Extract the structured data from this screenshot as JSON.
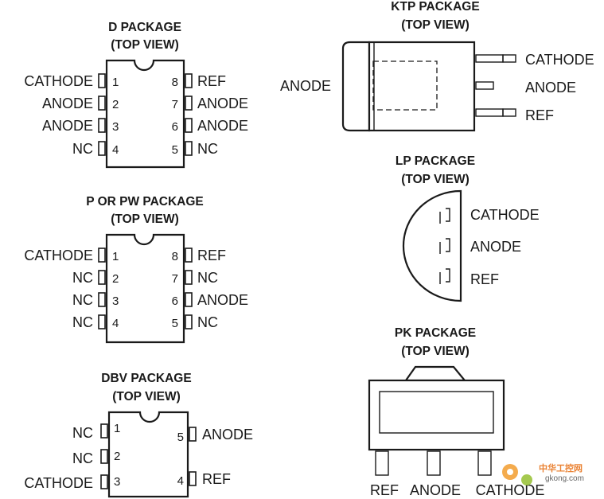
{
  "d_package": {
    "title": "D PACKAGE",
    "view": "(TOP VIEW)",
    "left_pins": [
      {
        "num": "1",
        "label": "CATHODE"
      },
      {
        "num": "2",
        "label": "ANODE"
      },
      {
        "num": "3",
        "label": "ANODE"
      },
      {
        "num": "4",
        "label": "NC"
      }
    ],
    "right_pins": [
      {
        "num": "8",
        "label": "REF"
      },
      {
        "num": "7",
        "label": "ANODE"
      },
      {
        "num": "6",
        "label": "ANODE"
      },
      {
        "num": "5",
        "label": "NC"
      }
    ]
  },
  "p_package": {
    "title": "P OR PW PACKAGE",
    "view": "(TOP VIEW)",
    "left_pins": [
      {
        "num": "1",
        "label": "CATHODE"
      },
      {
        "num": "2",
        "label": "NC"
      },
      {
        "num": "3",
        "label": "NC"
      },
      {
        "num": "4",
        "label": "NC"
      }
    ],
    "right_pins": [
      {
        "num": "8",
        "label": "REF"
      },
      {
        "num": "7",
        "label": "NC"
      },
      {
        "num": "6",
        "label": "ANODE"
      },
      {
        "num": "5",
        "label": "NC"
      }
    ]
  },
  "dbv_package": {
    "title": "DBV PACKAGE",
    "view": "(TOP VIEW)",
    "left_pins": [
      {
        "num": "1",
        "label": "NC"
      },
      {
        "num": "2",
        "label": "NC"
      },
      {
        "num": "3",
        "label": "CATHODE"
      }
    ],
    "right_pins": [
      {
        "num": "5",
        "label": "ANODE"
      },
      {
        "num": "4",
        "label": "REF"
      }
    ]
  },
  "ktp_package": {
    "title": "KTP PACKAGE",
    "view": "(TOP VIEW)",
    "tab_label": "ANODE",
    "pins": [
      "CATHODE",
      "ANODE",
      "REF"
    ]
  },
  "lp_package": {
    "title": "LP PACKAGE",
    "view": "(TOP VIEW)",
    "pins": [
      "CATHODE",
      "ANODE",
      "REF"
    ]
  },
  "pk_package": {
    "title": "PK PACKAGE",
    "view": "(TOP VIEW)",
    "pins": [
      "REF",
      "ANODE",
      "CATHODE"
    ]
  },
  "watermark": {
    "line1": "中华工控网",
    "line2": "gkong.com"
  }
}
